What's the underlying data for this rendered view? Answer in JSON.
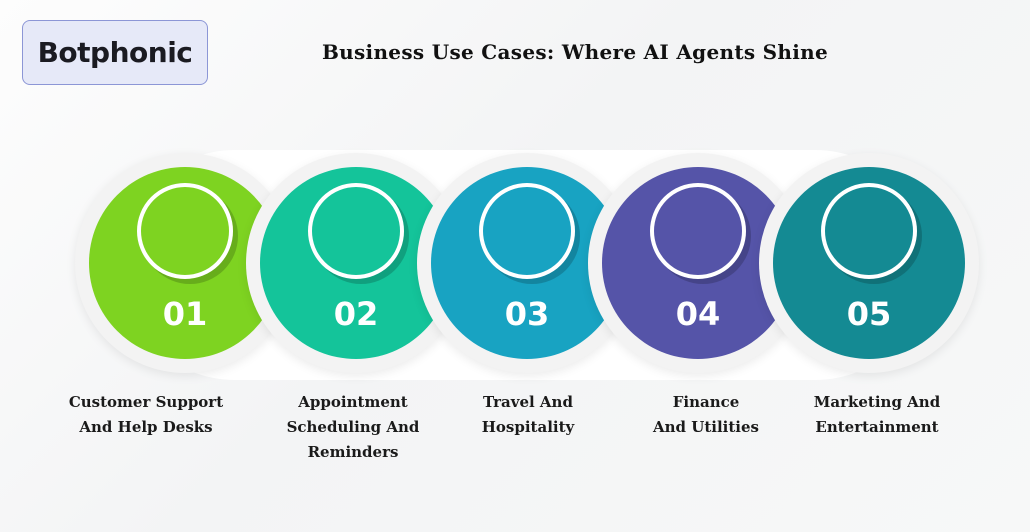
{
  "logo": {
    "text": "Botphonic"
  },
  "title": "Business Use Cases: Where AI Agents Shine",
  "steps": [
    {
      "number": "01",
      "label": "Customer Support\nAnd Help Desks",
      "color": "#7ed321"
    },
    {
      "number": "02",
      "label": "Appointment\nScheduling And\nReminders",
      "color": "#14c49a"
    },
    {
      "number": "03",
      "label": "Travel And\nHospitality",
      "color": "#18a3c2"
    },
    {
      "number": "04",
      "label": "Finance\nAnd Utilities",
      "color": "#5554a8"
    },
    {
      "number": "05",
      "label": "Marketing And\nEntertainment",
      "color": "#148a93"
    }
  ]
}
